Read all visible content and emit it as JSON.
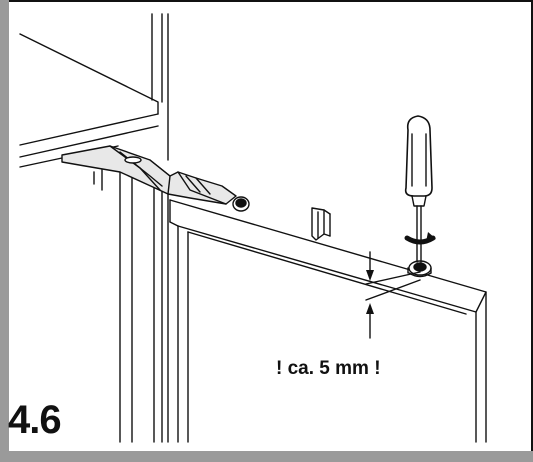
{
  "figure": {
    "step_number": "4.6",
    "measurement_label": "! ca. 5 mm !"
  },
  "colors": {
    "line": "#111111",
    "frame_bar": "#9a9a9a",
    "background": "#ffffff",
    "hinge_fill": "#e8e8e8",
    "screwdriver_handle": "#ffffff"
  },
  "illustration": {
    "parts": [
      "cabinet-panel",
      "hinge-arm",
      "door",
      "adjustment-screw",
      "screwdriver",
      "dimension-arrows"
    ]
  }
}
